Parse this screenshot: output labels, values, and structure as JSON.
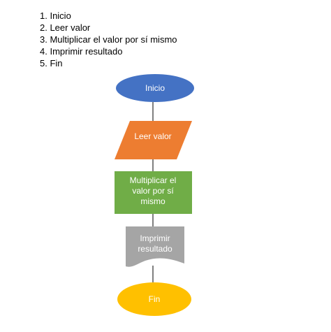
{
  "steps": [
    "1. Inicio",
    "2. Leer valor",
    "3. Multiplicar el valor por sí mismo",
    "4. Imprimir resultado",
    "5. Fin"
  ],
  "flowchart": {
    "start": {
      "label": "Inicio",
      "shape": "oval",
      "color": "#4472C4"
    },
    "input": {
      "label": "Leer valor",
      "shape": "parallelogram",
      "color": "#ED7D31"
    },
    "process": {
      "lines": [
        "Multiplicar el",
        "valor por sí",
        "mismo"
      ],
      "shape": "rectangle",
      "color": "#70AD47"
    },
    "output": {
      "lines": [
        "Imprimir",
        "resultado"
      ],
      "shape": "document",
      "color": "#A5A5A5"
    },
    "end": {
      "label": "Fin",
      "shape": "oval",
      "color": "#FFC000"
    },
    "connector_color": "#000000"
  }
}
